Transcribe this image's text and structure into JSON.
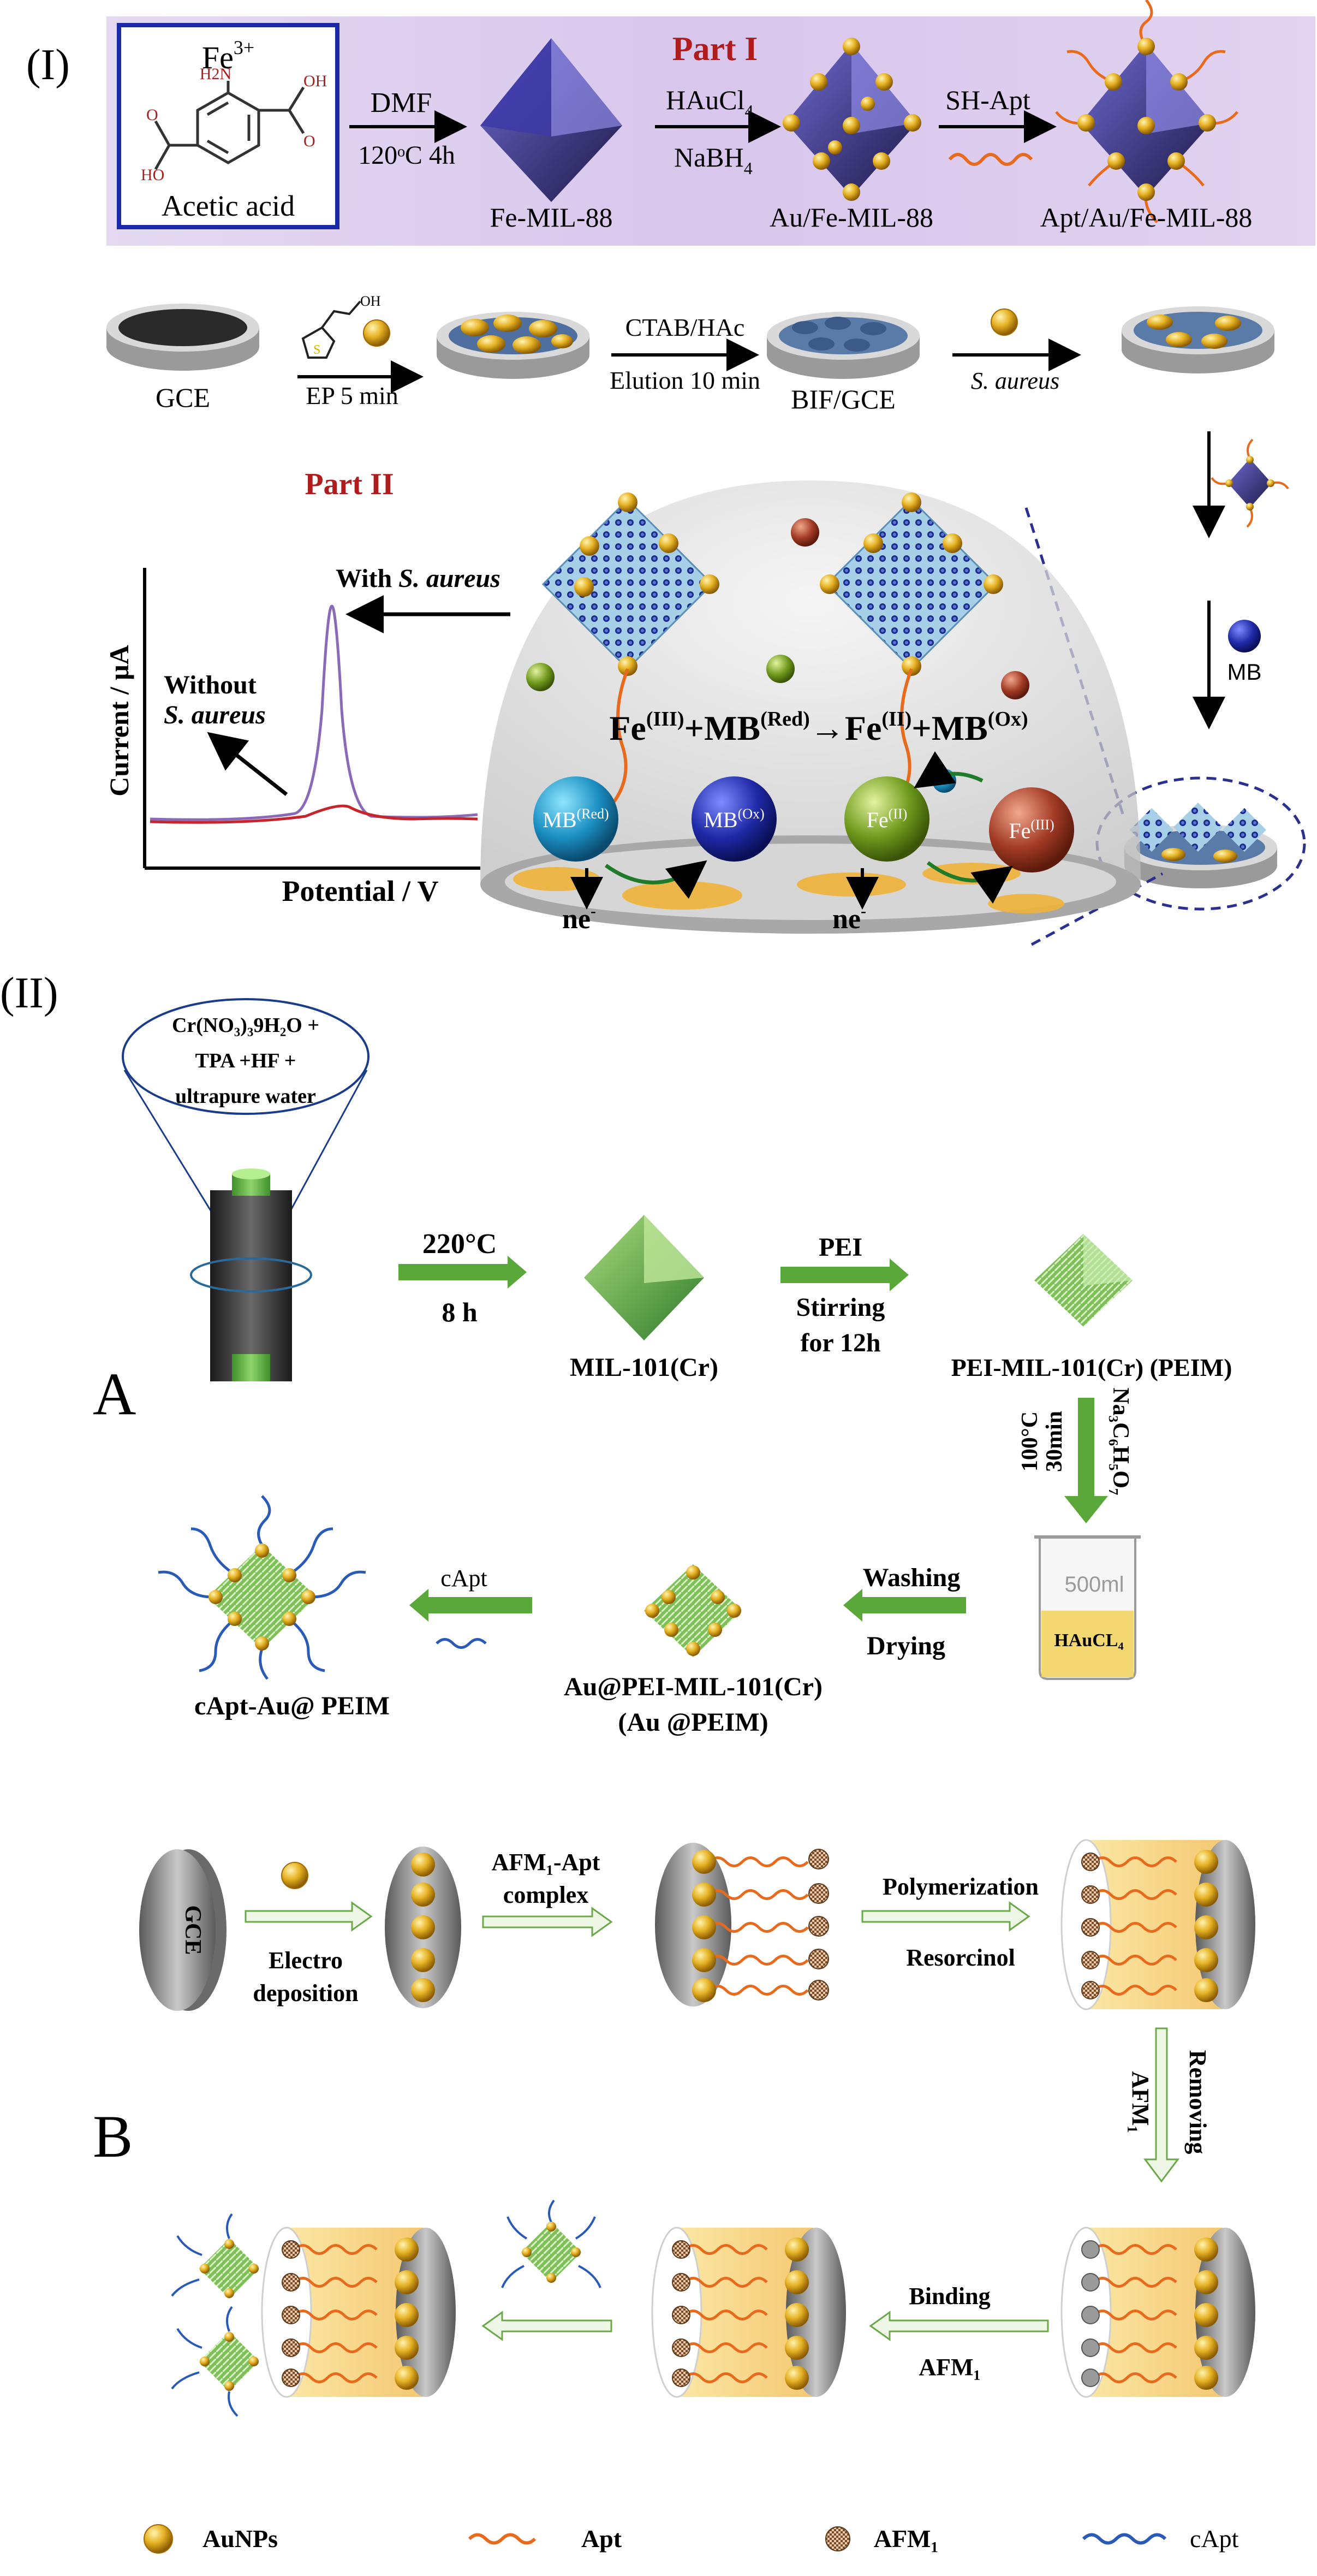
{
  "panel1": {
    "label": "(I)",
    "part1": {
      "title": "Part I",
      "fe3": "Fe",
      "fe3_sup": "3+",
      "h2n": "H2N",
      "acid_name": "Acetic acid",
      "dmf": "DMF",
      "dmf_cond": "120ᵒC 4h",
      "haucl": "HAuCl",
      "haucl_sub": "4",
      "nabh": "NaBH",
      "nabh_sub": "4",
      "shapt": "SH-Apt",
      "fe_mil": "Fe-MIL-88",
      "au_fe_mil": "Au/Fe-MIL-88",
      "apt_au_fe_mil": "Apt/Au/Fe-MIL-88"
    },
    "row2": {
      "gce": "GCE",
      "ep": "EP 5 min",
      "ctab": "CTAB/HAc",
      "elution": "Elution 10 min",
      "bif": "BIF/GCE",
      "saureus": "S. aureus",
      "mb": "MB"
    },
    "part2": {
      "title": "Part II",
      "with_prefix": "With ",
      "with_italic": "S. aureus",
      "without": "Without",
      "without_italic": "S. aureus",
      "ylabel": "Current / μA",
      "xlabel": "Potential / V",
      "eq_fe3": "Fe",
      "eq_fe3_sup": "(III)",
      "eq_plus1": "+MB",
      "eq_red_sup": "(Red)",
      "eq_arrow": "→Fe",
      "eq_fe2_sup": "(II)",
      "eq_plus2": "+MB",
      "eq_ox_sup": "(Ox)",
      "mb_red": "MB",
      "mb_red_sup": "(Red)",
      "mb_ox": "MB",
      "mb_ox_sup": "(Ox)",
      "fe_ii": "Fe",
      "fe_ii_sup": "(II)",
      "fe_iii": "Fe",
      "fe_iii_sup": "(III)",
      "ne1": "ne",
      "ne2": "ne"
    }
  },
  "panel2": {
    "label": "(II)",
    "sectionA": {
      "letter": "A",
      "bubble_line1": "Cr(NO₃)₃9H₂O +",
      "bubble_line2": "TPA +HF +",
      "bubble_line3": "ultrapure water",
      "temp": "220°C",
      "time": "8 h",
      "mil": "MIL-101(Cr)",
      "pei": "PEI",
      "stirring": "Stirring",
      "for12": "for  12h",
      "peim": "PEI-MIL-101(Cr) (PEIM)",
      "cond_temp": "100°C",
      "cond_time": "30min",
      "citrate": "Na₃C₆H₅O₇",
      "beaker_vol": "500ml",
      "beaker_label": "HAuCL₄",
      "washing": "Washing",
      "drying": "Drying",
      "au_peim1": "Au@PEI-MIL-101(Cr)",
      "au_peim2": "(Au @PEIM)",
      "capt": "cApt",
      "capt_au": "cApt-Au@ PEIM"
    },
    "sectionB": {
      "letter": "B",
      "gce": "GCE",
      "electro": "Electro",
      "deposition": "deposition",
      "afm_apt1": "AFM₁-Apt",
      "afm_apt2": "complex",
      "polymerization": "Polymerization",
      "resorcinol": "Resorcinol",
      "afm1_v": "AFM₁",
      "removing": "Removing",
      "binding": "Binding",
      "afm1_b": "AFM₁"
    },
    "legend": {
      "aunps": "AuNPs",
      "apt": "Apt",
      "afm1": "AFM₁",
      "capt": "cApt"
    }
  }
}
